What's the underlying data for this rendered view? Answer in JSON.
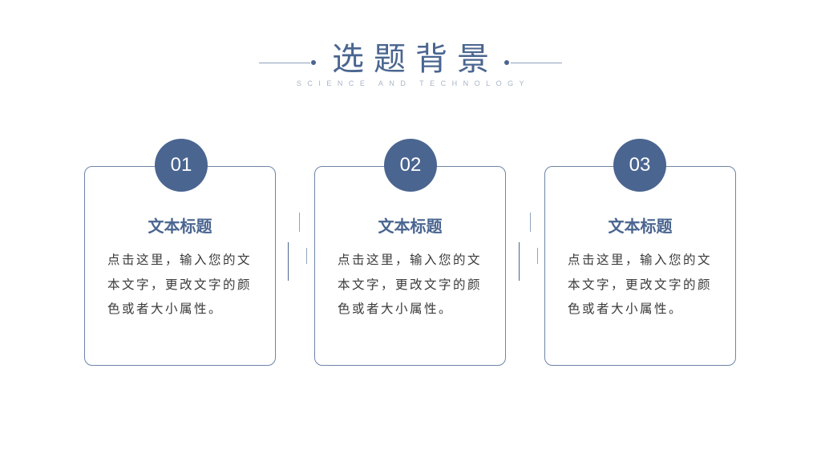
{
  "header": {
    "title": "选题背景",
    "subtitle": "SCIENCE AND TECHNOLOGY"
  },
  "cards": [
    {
      "number": "01",
      "title": "文本标题",
      "body": "点击这里，输入您的文本文字，更改文字的颜色或者大小属性。"
    },
    {
      "number": "02",
      "title": "文本标题",
      "body": "点击这里，输入您的文本文字，更改文字的颜色或者大小属性。"
    },
    {
      "number": "03",
      "title": "文本标题",
      "body": "点击这里，输入您的文本文字，更改文字的颜色或者大小属性。"
    }
  ],
  "colors": {
    "accent": "#4a6590",
    "border": "#6f84a6",
    "subtitle": "#a9b4c6",
    "body_text": "#3a3a3a"
  }
}
